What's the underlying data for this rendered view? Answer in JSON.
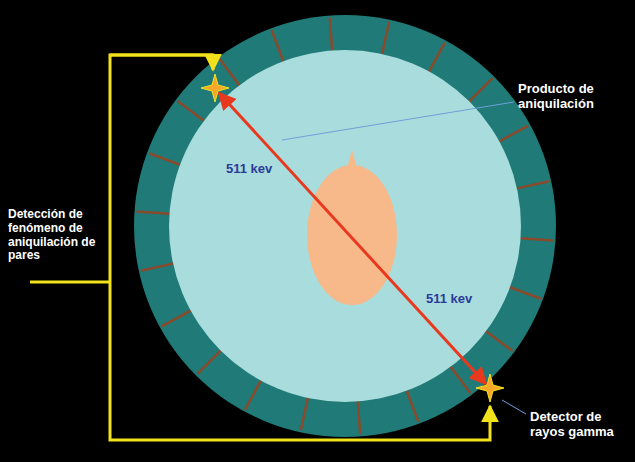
{
  "diagram": {
    "labels": [
      "511 kev",
      "511 kev",
      "Producto de aniquilación",
      "Detección de fenómeno de aniquilación de pares",
      "Detector de rayos gamma"
    ]
  }
}
